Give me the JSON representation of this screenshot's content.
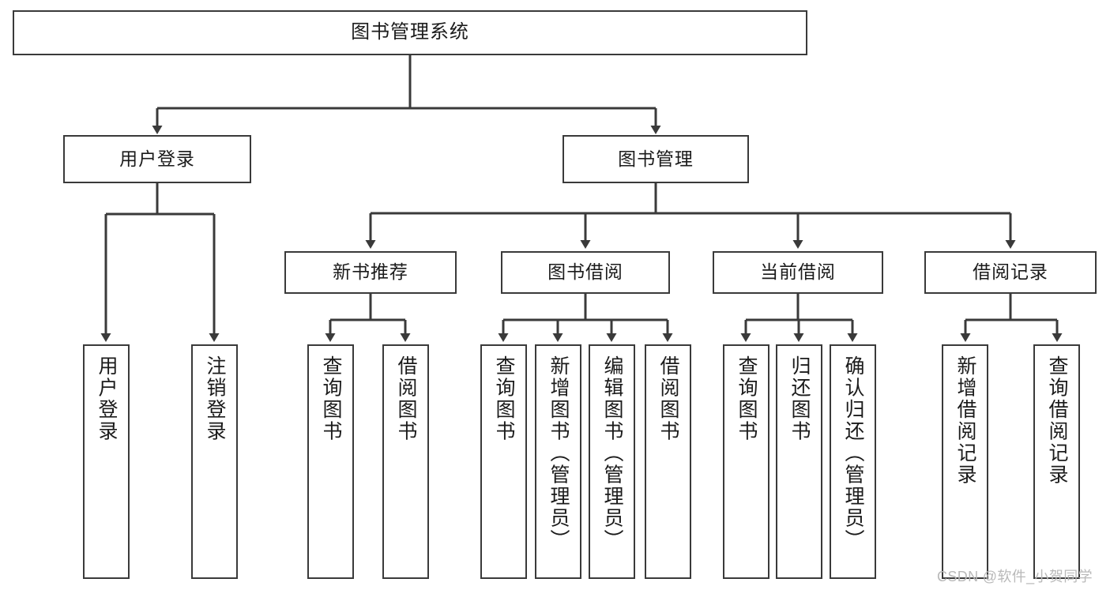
{
  "diagram": {
    "type": "tree-hierarchy-chart",
    "title": "图书管理系统",
    "watermark": "CSDN @软件_小贺同学",
    "colors": {
      "stroke": "#3a3a3a",
      "fill": "#ffffff",
      "text": "#1b1b1b",
      "watermark": "#b9b9b9"
    },
    "levels": {
      "level1": [
        {
          "id": "root",
          "label": "图书管理系统"
        }
      ],
      "level2": [
        {
          "id": "user-login",
          "label": "用户登录"
        },
        {
          "id": "book-manage",
          "label": "图书管理"
        }
      ],
      "level3": [
        {
          "id": "new-book-recommend",
          "label": "新书推荐"
        },
        {
          "id": "book-borrow",
          "label": "图书借阅"
        },
        {
          "id": "current-borrow",
          "label": "当前借阅"
        },
        {
          "id": "borrow-record",
          "label": "借阅记录"
        }
      ],
      "level4": {
        "user-login": [
          {
            "id": "leaf-user-login",
            "label": "用户登录"
          },
          {
            "id": "leaf-logout-login",
            "label": "注销登录"
          }
        ],
        "new-book-recommend": [
          {
            "id": "leaf-query-book-1",
            "label": "查询图书"
          },
          {
            "id": "leaf-borrow-book-1",
            "label": "借阅图书"
          }
        ],
        "book-borrow": [
          {
            "id": "leaf-query-book-2",
            "label": "查询图书"
          },
          {
            "id": "leaf-add-book",
            "label": "新增图书（管理员）"
          },
          {
            "id": "leaf-edit-book",
            "label": "编辑图书（管理员）"
          },
          {
            "id": "leaf-borrow-book-2",
            "label": "借阅图书"
          }
        ],
        "current-borrow": [
          {
            "id": "leaf-query-book-3",
            "label": "查询图书"
          },
          {
            "id": "leaf-return-book",
            "label": "归还图书"
          },
          {
            "id": "leaf-confirm-return",
            "label": "确认归还（管理员）"
          }
        ],
        "borrow-record": [
          {
            "id": "leaf-add-record",
            "label": "新增借阅记录"
          },
          {
            "id": "leaf-query-record",
            "label": "查询借阅记录"
          }
        ]
      }
    }
  }
}
